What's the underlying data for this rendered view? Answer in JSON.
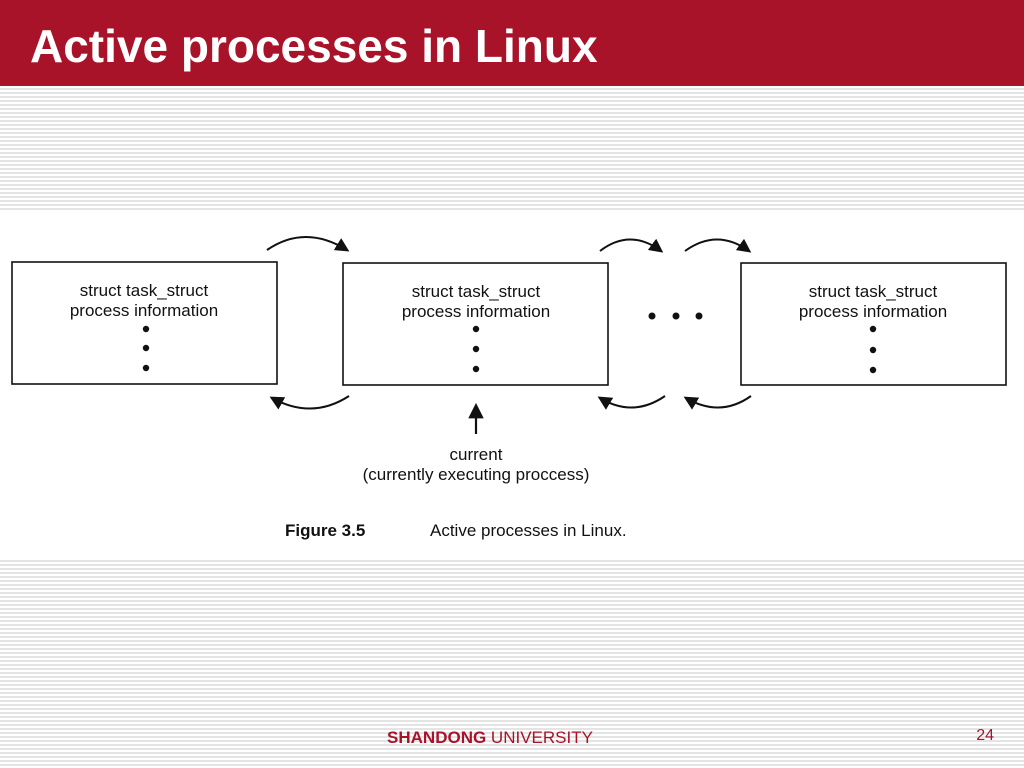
{
  "slide": {
    "title": "Active processes in Linux",
    "accent_color": "#a8132a"
  },
  "diagram": {
    "boxes": [
      {
        "line1": "struct task_struct",
        "line2": "process information"
      },
      {
        "line1": "struct task_struct",
        "line2": "process information"
      },
      {
        "line1": "struct task_struct",
        "line2": "process information"
      }
    ],
    "pointer": {
      "label": "current",
      "sublabel": "(currently executing proccess)"
    },
    "caption": {
      "number": "Figure 3.5",
      "text": "Active processes in Linux."
    }
  },
  "footer": {
    "university_bold": "SHANDONG",
    "university_rest": " UNIVERSITY",
    "page_number": "24"
  }
}
